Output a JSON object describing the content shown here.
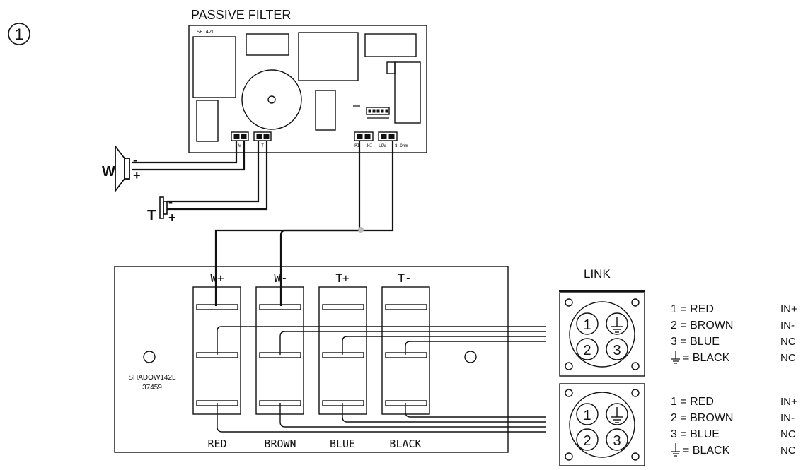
{
  "step_number": "1",
  "passive_filter": {
    "title": "PASSIVE FILTER",
    "board_label": "SH142L",
    "terminal_labels": [
      "W",
      "T",
      "PI",
      "HI",
      "LOW",
      "8 Ohm"
    ]
  },
  "speakers": {
    "woofer": {
      "label": "W",
      "minus": "-",
      "plus": "+"
    },
    "tweeter": {
      "label": "T",
      "minus": "-",
      "plus": "+"
    }
  },
  "terminal_block": {
    "columns": [
      {
        "top": "W+",
        "bottom": "RED"
      },
      {
        "top": "W-",
        "bottom": "BROWN"
      },
      {
        "top": "T+",
        "bottom": "BLUE"
      },
      {
        "top": "T-",
        "bottom": "BLACK"
      }
    ],
    "model_label": "SHADOW142L",
    "serial_label": "37459"
  },
  "link": {
    "title": "LINK",
    "connectors": [
      {
        "pins": [
          "1",
          "2",
          "3"
        ],
        "legend": [
          {
            "pin": "1 = RED",
            "func": "IN+"
          },
          {
            "pin": "2 = BROWN",
            "func": "IN-"
          },
          {
            "pin": "3 = BLUE",
            "func": "NC"
          },
          {
            "pin": "= BLACK",
            "func": "NC"
          }
        ]
      },
      {
        "pins": [
          "1",
          "2",
          "3"
        ],
        "legend": [
          {
            "pin": "1 = RED",
            "func": "IN+"
          },
          {
            "pin": "2 = BROWN",
            "func": "IN-"
          },
          {
            "pin": "3 = BLUE",
            "func": "NC"
          },
          {
            "pin": "= BLACK",
            "func": "NC"
          }
        ]
      }
    ]
  }
}
